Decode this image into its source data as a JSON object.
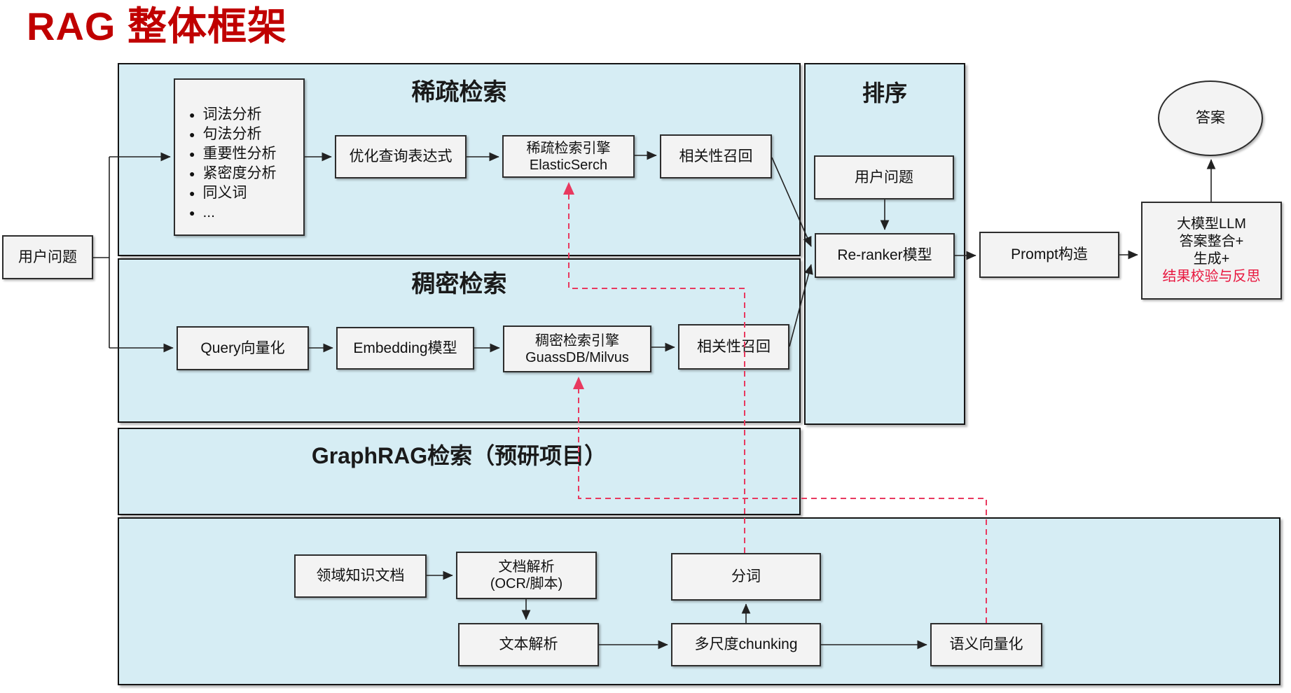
{
  "title": "RAG 整体框架",
  "colors": {
    "title_red": "#c00000",
    "container_fill": "#d6edf4",
    "node_fill": "#f3f3f3",
    "dashed_red": "#e8395f"
  },
  "left": {
    "user_question": "用户问题"
  },
  "sparse": {
    "section_title": "稀疏检索",
    "bullet_glyph": "●",
    "analysis_items": [
      "词法分析",
      "句法分析",
      "重要性分析",
      "紧密度分析",
      "同义词",
      "..."
    ],
    "optimize": "优化查询表达式",
    "engine_line1": "稀疏检索引擎",
    "engine_line2": "ElasticSerch",
    "recall": "相关性召回"
  },
  "dense": {
    "section_title": "稠密检索",
    "query_vec": "Query向量化",
    "embedding": "Embedding模型",
    "engine_line1": "稠密检索引擎",
    "engine_line2": "GuassDB/Milvus",
    "recall": "相关性召回"
  },
  "rank": {
    "section_title": "排序",
    "user_question": "用户问题",
    "reranker": "Re-ranker模型"
  },
  "graphrag": {
    "section_title": "GraphRAG检索（预研项目）"
  },
  "output": {
    "prompt": "Prompt构造",
    "llm_line1": "大模型LLM",
    "llm_line2": "答案整合+",
    "llm_line3": "生成+",
    "llm_line4": "结果校验与反思",
    "answer": "答案"
  },
  "ingest": {
    "domain_docs": "领域知识文档",
    "doc_parse_line1": "文档解析",
    "doc_parse_line2": "(OCR/脚本)",
    "tokenize": "分词",
    "text_parse": "文本解析",
    "chunking": "多尺度chunking",
    "semantic_vec": "语义向量化"
  }
}
